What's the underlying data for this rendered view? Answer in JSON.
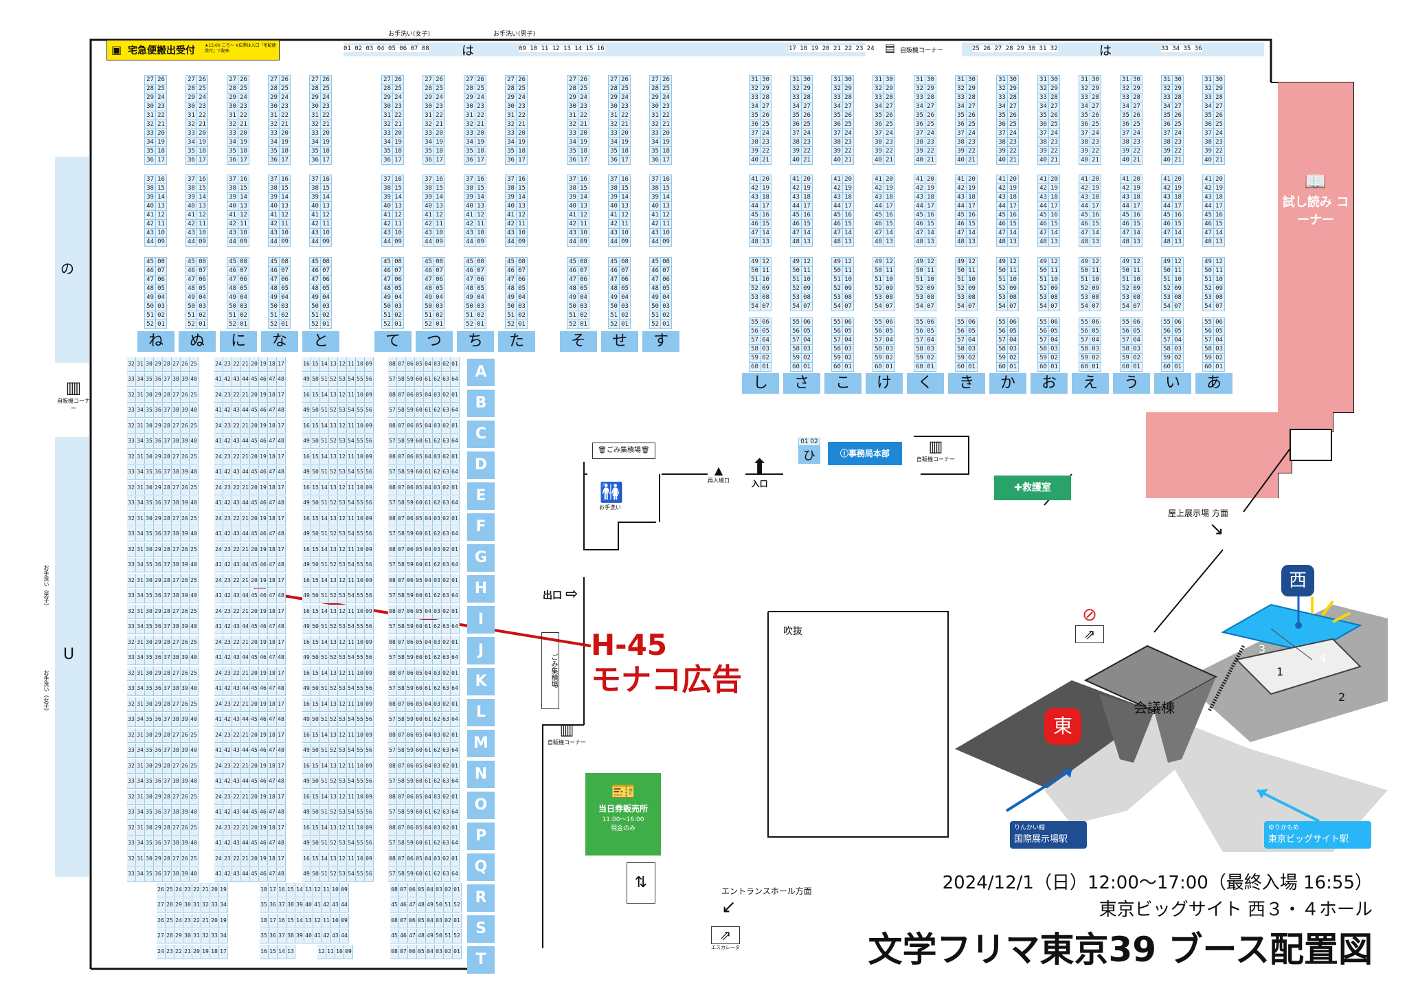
{
  "title": "文学フリマ東京39 ブース配置図",
  "event_date": "2024/12/1（日）12:00～17:00（最終入場 16:55）",
  "venue": "東京ビッグサイト 西３・４ホール",
  "callout": {
    "booth": "H-45",
    "name": "モナコ広告",
    "color": "#cc1111"
  },
  "colors": {
    "seat": "#e3f1fb",
    "seat_border": "#8dc6ee",
    "row_label": "#8dc6ee",
    "reading_corner": "#f0a0a0",
    "first_aid": "#2aa36b",
    "ticket": "#3fae49",
    "info": "#1e88d6",
    "delivery": "#ffe600"
  },
  "top_bar": {
    "delivery": "宅急便搬出受付",
    "delivery_note": "★15:00 ごろ〜 ※伝票は入口「宅配便受付」で配布",
    "ha_left": "は",
    "ha_right": "は",
    "ha_nums_a": "01 02 03 04 05 06 07 08",
    "ha_nums_b": "09 10 11 12 13 14 15 16",
    "ha_nums_c": "17 18 19 20 21 22 23 24",
    "ha_nums_d": "25 26 27 28 29 30 31 32",
    "ha_nums_e": "33 34 35 36",
    "wc_female": "お手洗い(女子)",
    "wc_male": "お手洗い(男子)",
    "vending_top": "自販機コーナー"
  },
  "left_columns": {
    "no": "の",
    "u": "U",
    "vending": "自販機コーナー",
    "wc_male": "お手洗い（男子）",
    "wc_female": "お手洗い（女子）"
  },
  "kana_cols_left": [
    "ね",
    "ぬ",
    "に",
    "な",
    "と",
    "て",
    "つ",
    "ち",
    "た",
    "そ",
    "せ",
    "す"
  ],
  "kana_cols_right": [
    "し",
    "さ",
    "こ",
    "け",
    "く",
    "き",
    "か",
    "お",
    "え",
    "う",
    "い",
    "あ"
  ],
  "row_letters": [
    "A",
    "B",
    "C",
    "D",
    "E",
    "F",
    "G",
    "H",
    "I",
    "J",
    "K",
    "L",
    "M",
    "N",
    "O",
    "P",
    "Q",
    "R",
    "S",
    "T"
  ],
  "row_seq_odd": [
    "32 31 30 29 28 27 26 25",
    "24 23 22 21 20 19 18 17",
    "16 15 14 13 12 11 10 09",
    "08 07 06 05 04 03 02 01"
  ],
  "row_seq_even": [
    "33 34 35 36 37 38 39 40",
    "41 42 43 44 45 46 47 48",
    "49 50 51 52 53 54 55 56",
    "57 58 59 60 61 62 63 64"
  ],
  "row_seq_R1": [
    "26 25 24 23 22 21 20 19",
    "18 17 16 15 14 13 12 11 10 09",
    "08 07 06 05 04 03 02 01"
  ],
  "row_seq_R2": [
    "27 28 29 30 31 32 33 34",
    "35 36 37 38 39 40 41 42 43 44",
    "45 46 47 48 49 50 51 52"
  ],
  "row_seq_T": [
    "24 23 22 21 20 19 18 17",
    "16 15 14 13",
    "12 11 10 09",
    "08 07 06 05 04 03 02 01"
  ],
  "facilities": {
    "trash1": "ごみ集積場",
    "trash2": "ごみ集積場",
    "restroom": "お手洗い",
    "reentry": "再入場口",
    "entrance": "入口",
    "exit": "出口",
    "hi_nums": "01 02",
    "hi": "ひ",
    "info": "事務局本部",
    "vending_mid": "自販機コーナー",
    "first_aid": "救護室",
    "vending_low": "自販機コーナー",
    "ticket": "当日券販売所",
    "ticket_time": "11:00〜16:00",
    "ticket_note": "現金のみ",
    "reading": "試し読み コーナー",
    "rooftop": "屋上展示場 方面",
    "entrance_hall": "エントランスホール方面",
    "escalator": "エスカレータ",
    "atrium": "吹抜"
  },
  "inset_map": {
    "west": "西",
    "east": "東",
    "conference": "会議棟",
    "hall3": "3",
    "hall4": "4",
    "hall1": "1",
    "hall2": "2",
    "rinkai": "りんかい線",
    "rinkai_station": "国際展示場駅",
    "yurikamome": "ゆりかもめ",
    "yurikamome_station": "東京ビッグサイト駅"
  }
}
